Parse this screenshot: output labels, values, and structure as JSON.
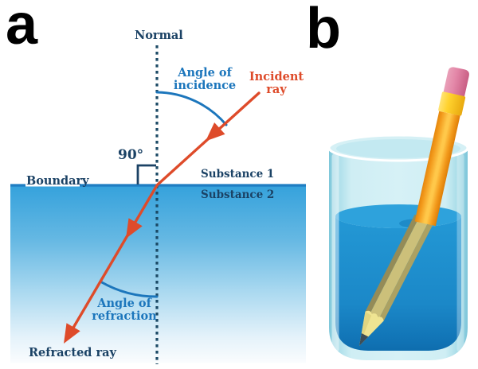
{
  "panel_a": {
    "label": "a",
    "normal_label": "Normal",
    "angle_of_incidence_label": "Angle of incidence",
    "incident_ray_label": "Incident ray",
    "right_angle_label": "90°",
    "boundary_label": "Boundary",
    "substance_1_label": "Substance 1",
    "substance_2_label": "Substance 2",
    "angle_of_refraction_label": "Angle of refraction",
    "refracted_ray_label": "Refracted ray"
  },
  "panel_b": {
    "label": "b"
  },
  "colors": {
    "ray_red": "#DE4B2A",
    "arc_blue": "#1C76BC",
    "normal_navy": "#1B4965",
    "label_navy": "#1B4265",
    "boundary_blue": "#1F7DC2",
    "substance_2_top_blue": "#36A2DC",
    "water_blue": "#1E8FD0",
    "water_surface_blue": "#2EA2DC",
    "glass_tint": "#CDEDF4",
    "pencil_orange": "#F9A81F",
    "pencil_ferrule_yellow": "#FFD22E",
    "pencil_eraser_pink": "#E687A6",
    "pencil_submerged_khaki": "#CCC07A",
    "pencil_wood": "#EFE492",
    "pencil_graphite": "#3D4D58"
  }
}
